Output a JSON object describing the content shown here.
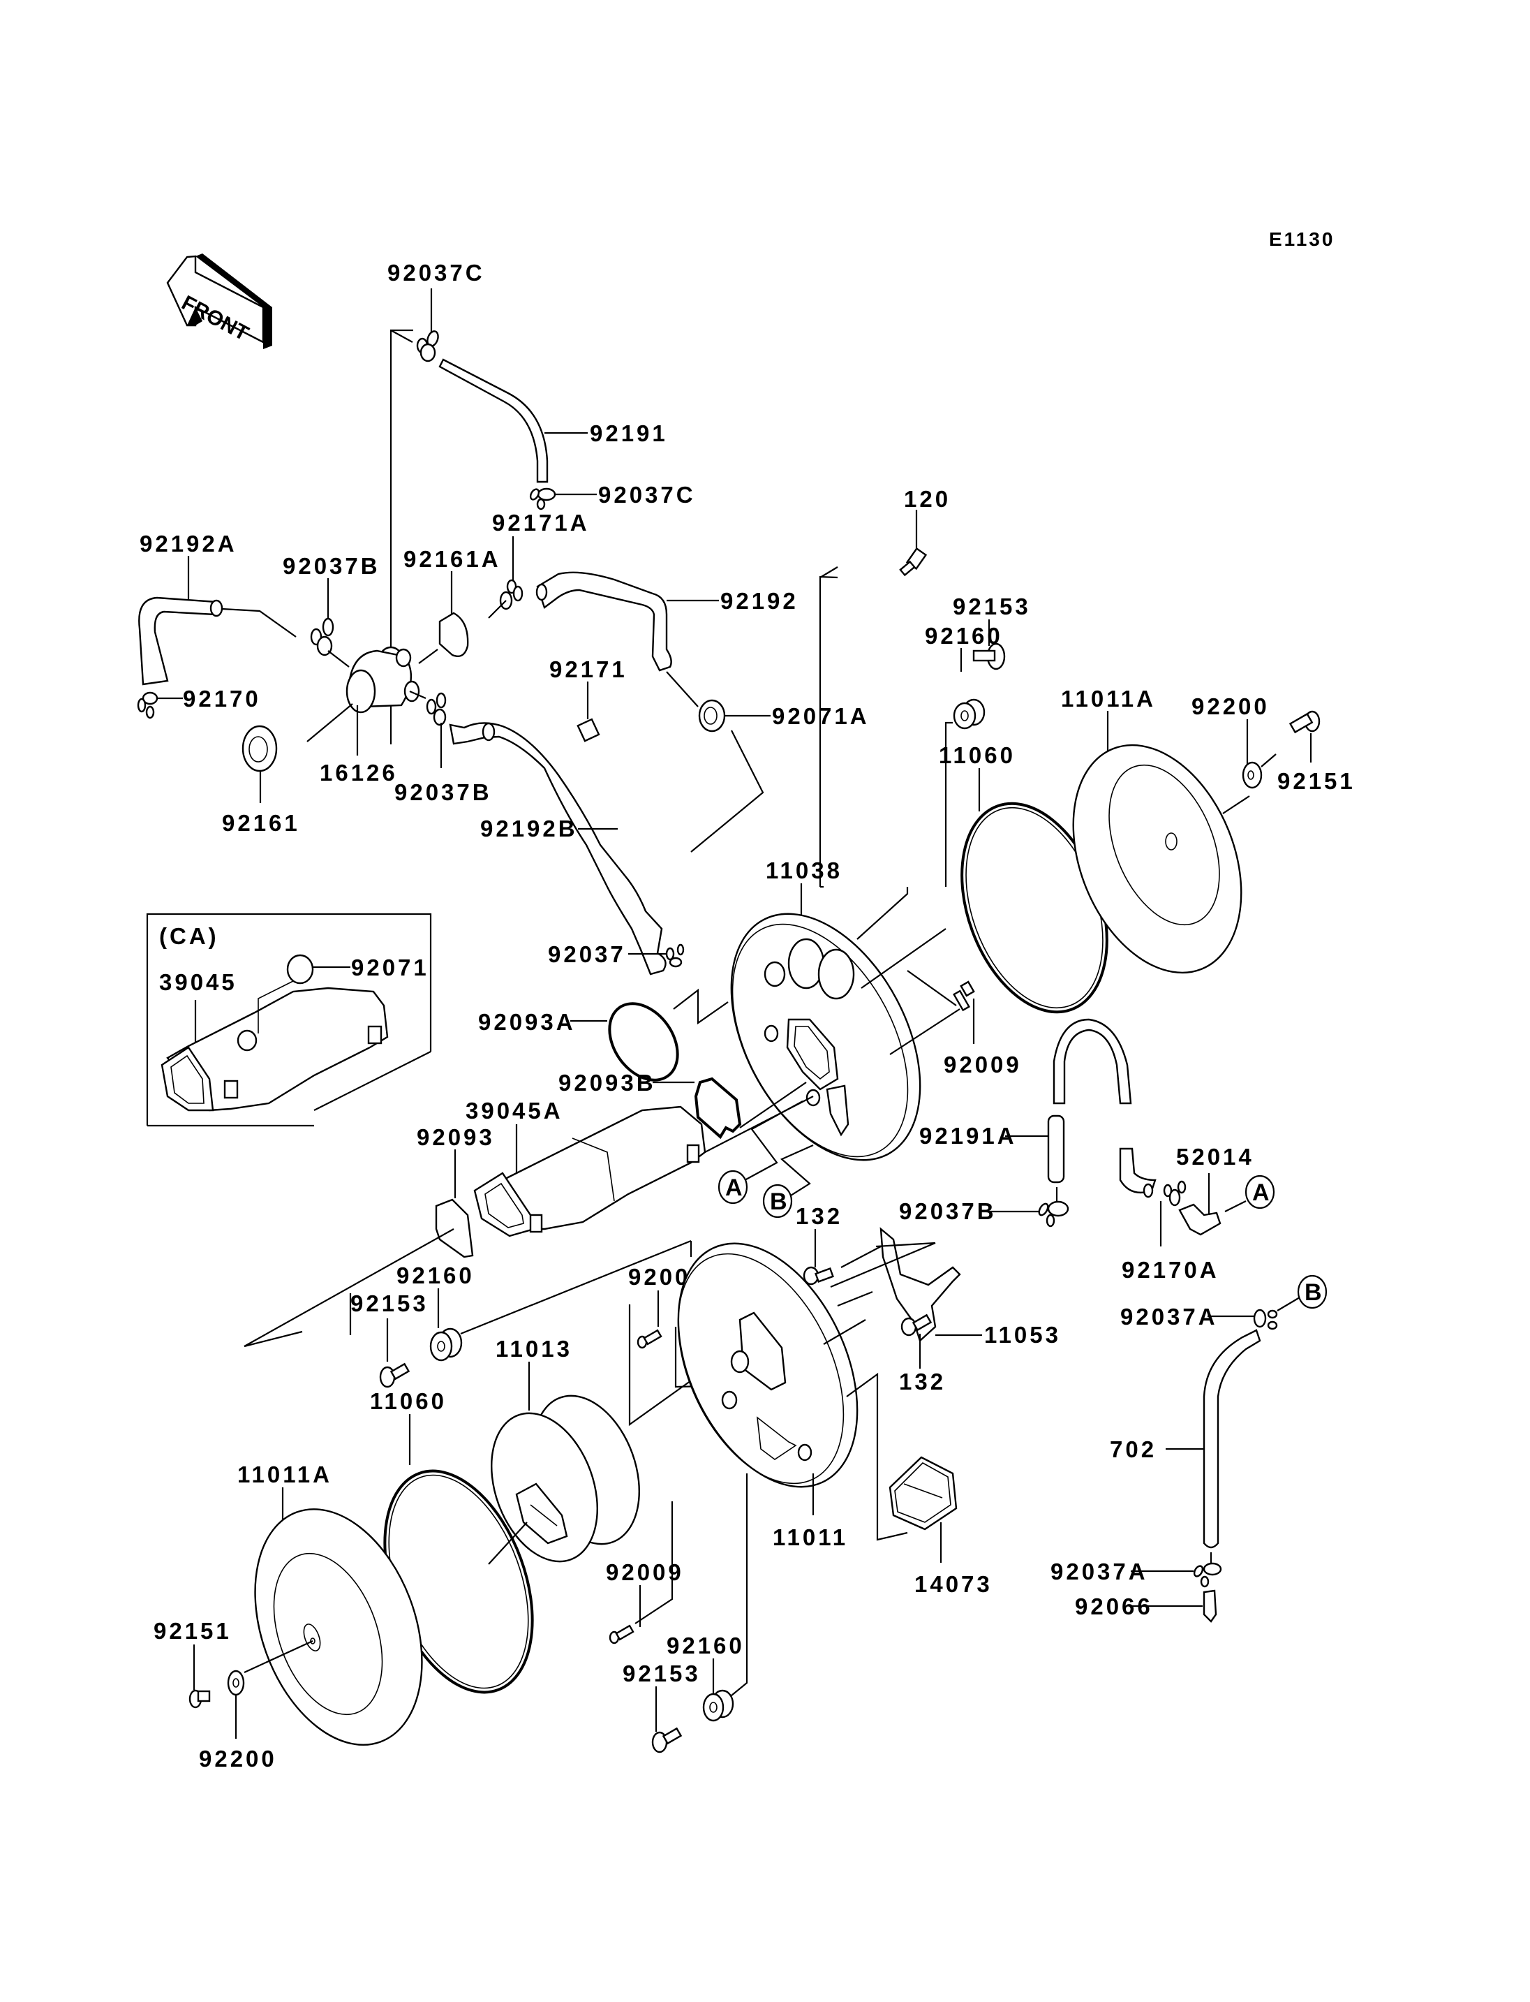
{
  "diagram": {
    "code": "E1130",
    "front_label": "FRONT",
    "inset": {
      "title": "(CA)",
      "labels": {
        "canister": "39045",
        "cap": "92071"
      }
    },
    "refs": {
      "a": "A",
      "b": "B"
    },
    "labels": {
      "clamp_92037c_top": "92037C",
      "hose_92191": "92191",
      "clamp_92037c_mid": "92037C",
      "hose_92192a": "92192A",
      "clamp_92037b_left": "92037B",
      "cap_92161a": "92161A",
      "clamp_92171a": "92171A",
      "hose_92192": "92192",
      "clamp_92170": "92170",
      "valve_16126": "16126",
      "clamp_92037b_lower": "92037B",
      "cap_92161": "92161",
      "clip_92171": "92171",
      "hose_92192b": "92192B",
      "grommet_92071a": "92071A",
      "bolt_120": "120",
      "collar_92160_top": "92160",
      "bolt_92153_top": "92153",
      "seal_11060_top": "11060",
      "cover_11011a_top": "11011A",
      "washer_92200_top": "92200",
      "screw_92151_top": "92151",
      "base_11038": "11038",
      "clamp_92037": "92037",
      "oring_92093a": "92093A",
      "bolt_92009_mid": "92009",
      "gasket_92093b": "92093B",
      "duct_39045a": "39045A",
      "gasket_92093": "92093",
      "hose_92191a": "92191A",
      "fitting_52014": "52014",
      "clamp_92037b_right": "92037B",
      "clamp_92170a": "92170A",
      "bolt_132_top": "132",
      "bracket_11053": "11053",
      "bolt_132_bottom": "132",
      "clamp_92037a_top": "92037A",
      "collar_92160_mid": "92160",
      "bolt_92153_mid": "92153",
      "bolt_92009_left": "92009",
      "element_11013": "11013",
      "seal_11060_bottom": "11060",
      "cover_11011a_bottom": "11011A",
      "case_11011": "11011",
      "filter_14073": "14073",
      "hose_702": "702",
      "bolt_92009_bottom": "92009",
      "collar_92160_bottom": "92160",
      "screw_92151_bottom": "92151",
      "bolt_92153_bottom": "92153",
      "washer_92200_bottom": "92200",
      "clamp_92037a_bottom": "92037A",
      "drain_92066": "92066"
    }
  }
}
